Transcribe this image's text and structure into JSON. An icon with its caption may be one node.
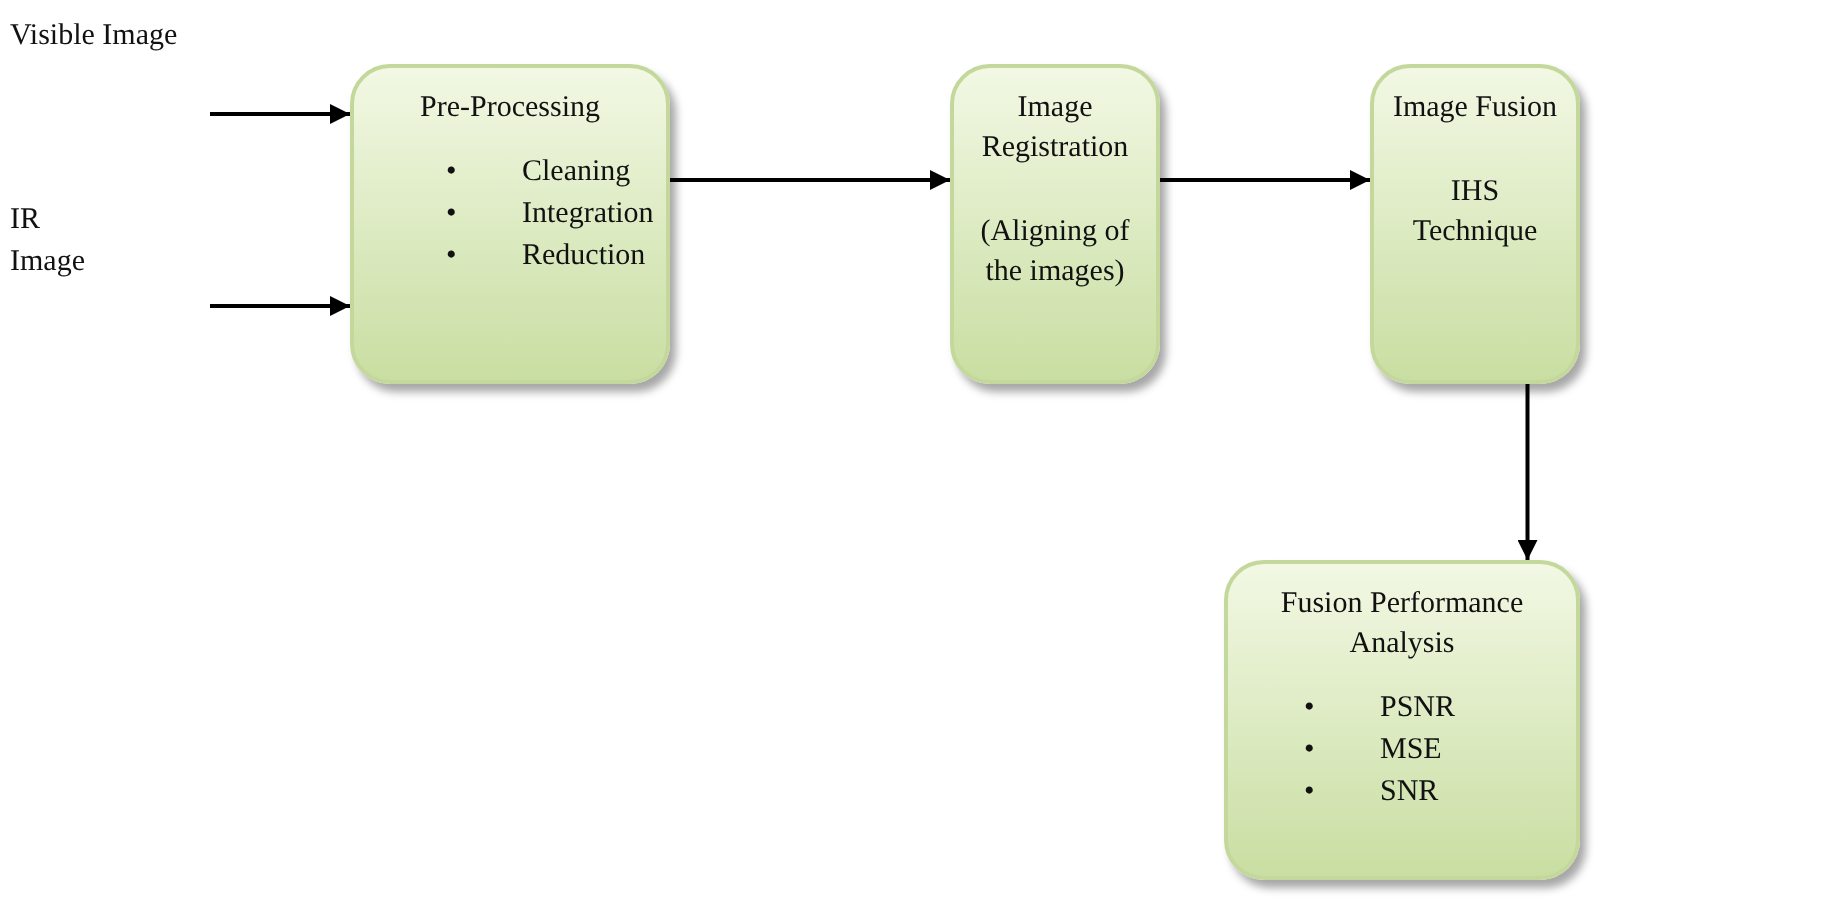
{
  "diagram": {
    "nodes": [
      {
        "text": [
          "Pre-Processing",
          "•",
          "Cleaning",
          "•",
          "Integration",
          "•",
          "Reduction"
        ]
      },
      {
        "text": [
          "Image Registration",
          "(Aligning of the images)"
        ]
      },
      {
        "text": [
          "Image Fusion",
          "IHS Technique"
        ]
      },
      {
        "text": [
          "Fusion Performance Analysis",
          "•",
          "PSNR",
          "•",
          "MSE",
          "•",
          "SNR"
        ]
      }
    ],
    "edges": [
      {
        "from": null,
        "to": 0,
        "arrow": "to"
      },
      {
        "from": null,
        "to": 0,
        "arrow": "to"
      },
      {
        "from": 0,
        "to": 1,
        "arrow": "to"
      },
      {
        "from": 1,
        "to": 2,
        "arrow": "to"
      },
      {
        "from": 2,
        "to": 3,
        "arrow": "to"
      }
    ],
    "labels": [
      "Visible Image",
      "IR Image"
    ]
  }
}
